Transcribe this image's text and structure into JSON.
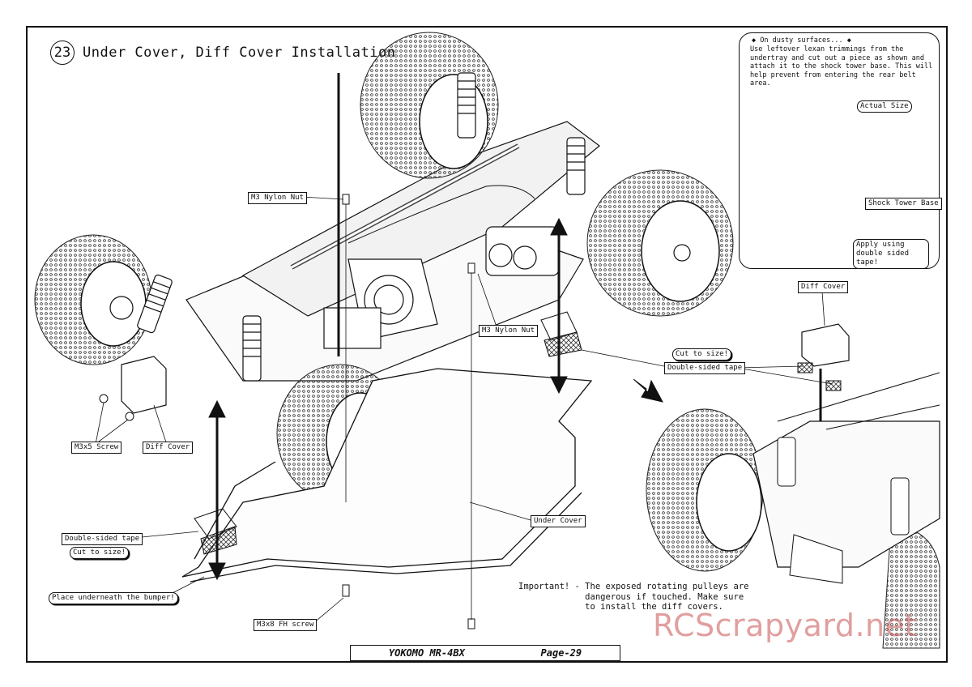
{
  "step": {
    "number": "23",
    "title": "Under Cover, Diff Cover Installation"
  },
  "callouts": {
    "m3_nylon_nut_a": "M3 Nylon Nut",
    "m3_nylon_nut_b": "M3 Nylon Nut",
    "m3x5_screw": "M3x5 Screw",
    "diff_cover_front": "Diff Cover",
    "double_sided_tape_front": "Double-sided tape",
    "cut_to_size_front": "Cut to size!",
    "place_underneath": "Place underneath the bumper!",
    "m3x8_fh_screw": "M3x8 FH screw",
    "under_cover": "Under Cover",
    "diff_cover_rear": "Diff Cover",
    "cut_to_size_rear": "Cut to size!",
    "double_sided_tape_rear": "Double-sided tape"
  },
  "inset": {
    "heading": "◆ On dusty surfaces... ◆",
    "text": "Use leftover lexan trimmings from the undertray and cut out a piece as shown and attach it to the shock tower base. This will help prevent from entering the rear belt area.",
    "actual_size": "Actual Size",
    "shock_tower_base": "Shock Tower Base",
    "apply_tape": "Apply using double sided tape!"
  },
  "important_note": "Important! - The exposed rotating pulleys are\n             dangerous if touched. Make sure\n             to install the diff covers.",
  "footer": {
    "model": "YOKOMO MR-4BX",
    "page": "Page-29"
  },
  "watermark": "RCScrapyard.net",
  "icons": [
    "wheel-icon",
    "shock-icon",
    "arrow-icon",
    "screw-icon",
    "nut-icon"
  ],
  "colors": {
    "line": "#111111",
    "watermark": "#c85050"
  }
}
